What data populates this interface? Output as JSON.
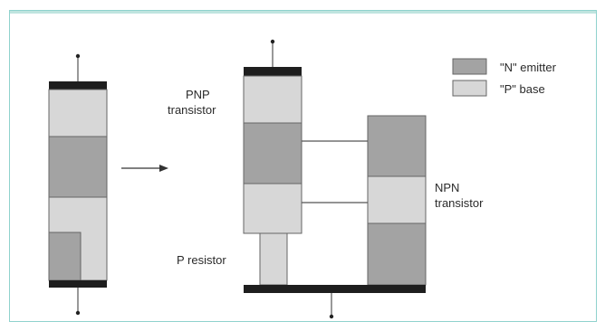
{
  "labels": {
    "pnp_line1": "PNP",
    "pnp_line2": "transistor",
    "npn_line1": "NPN",
    "npn_line2": "transistor",
    "p_resistor": "P resistor"
  },
  "legend": {
    "items": [
      {
        "label": "\"N\" emitter",
        "color": "#a3a3a3"
      },
      {
        "label": "\"P\" base",
        "color": "#d7d7d7"
      }
    ]
  },
  "colors": {
    "n_region": "#a3a3a3",
    "p_region": "#d7d7d7",
    "contact": "#1e1e1e",
    "wire": "#555555",
    "frame": "#8fd2cd"
  },
  "icons": {
    "arrow": "right-arrow-icon"
  }
}
